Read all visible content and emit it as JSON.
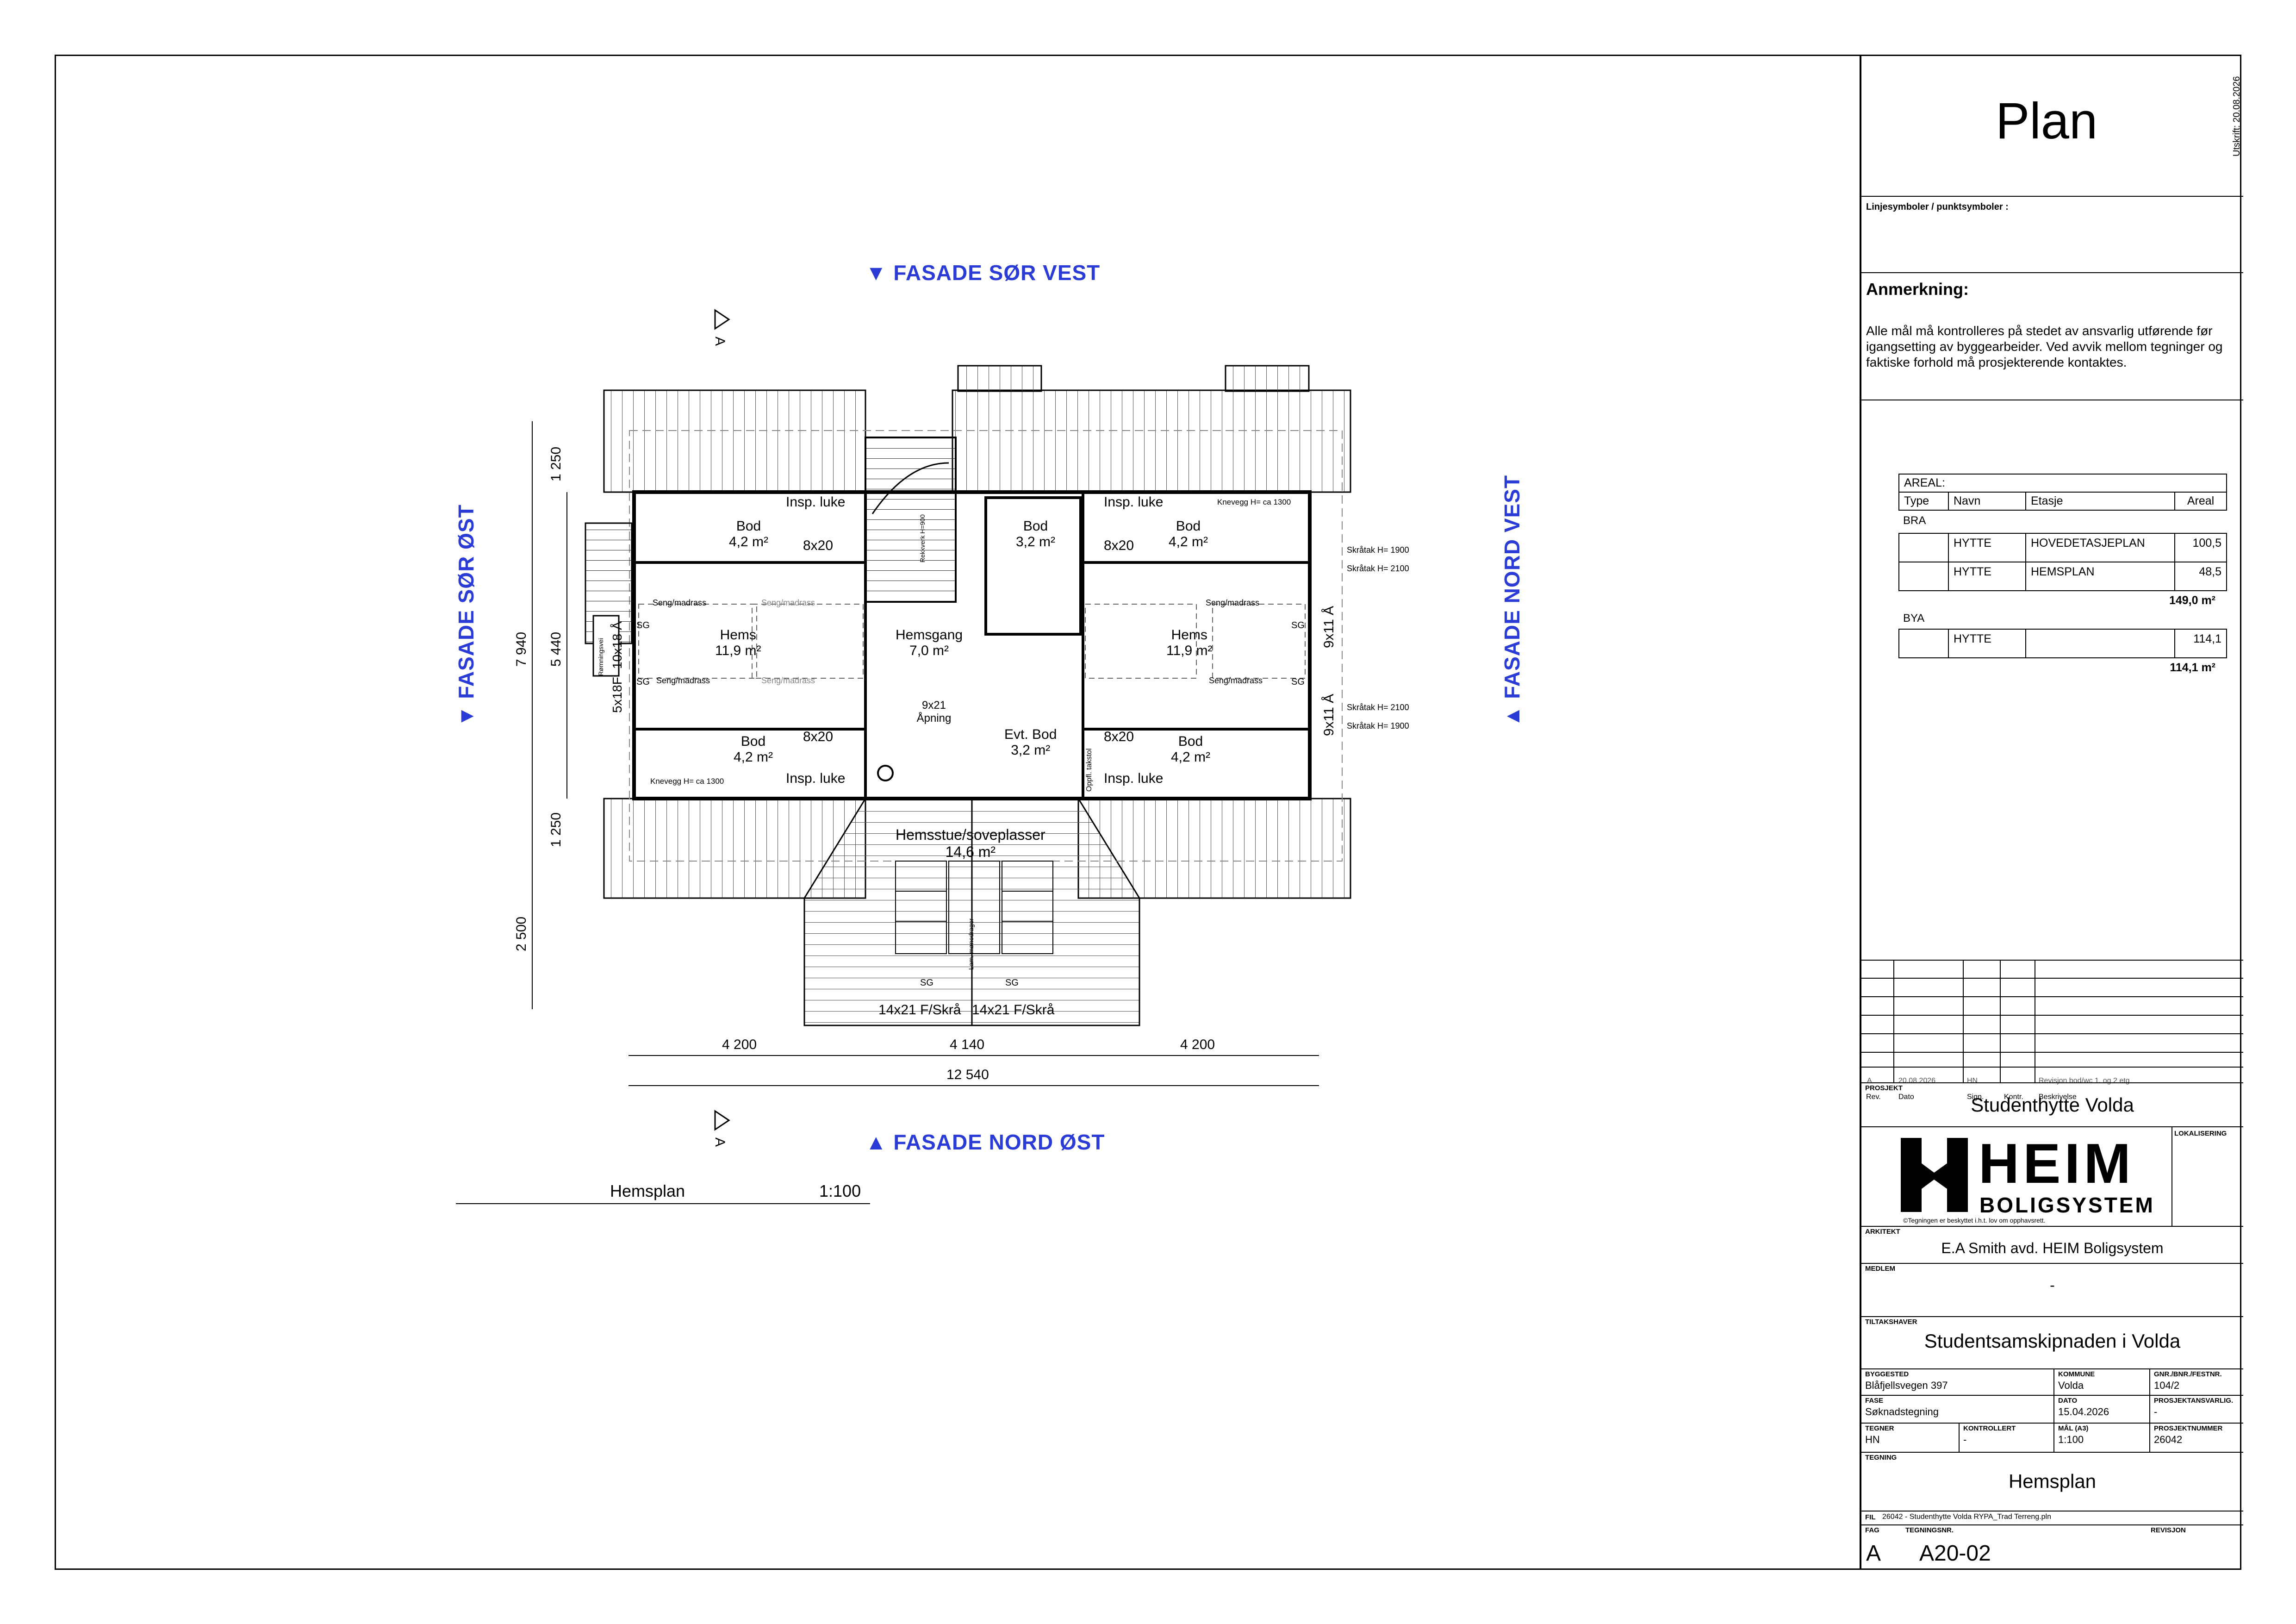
{
  "drawing": {
    "orientation_labels": {
      "top": "FASADE SØR VEST",
      "bottom": "FASADE NORD ØST",
      "left": "FASADE SØR ØST",
      "right": "FASADE NORD VEST"
    },
    "section_marks": [
      "A",
      "A"
    ],
    "rooms": [
      {
        "name": "Bod",
        "area": "4,2 m²"
      },
      {
        "name": "Bod",
        "area": "3,2 m²"
      },
      {
        "name": "Bod",
        "area": "4,2 m²"
      },
      {
        "name": "Hems",
        "area": "11,9 m²"
      },
      {
        "name": "Hemsgang",
        "area": "7,0 m²"
      },
      {
        "name": "Hems",
        "area": "11,9 m²"
      },
      {
        "name": "Bod",
        "area": "4,2 m²"
      },
      {
        "name": "Evt. Bod",
        "area": "3,2 m²"
      },
      {
        "name": "Bod",
        "area": "4,2 m²"
      },
      {
        "name": "Hemsstue/soveplasser",
        "area": "14,6 m²"
      }
    ],
    "notes": {
      "insp_luke": "Insp. luke",
      "knevegg_top": "Knevegg H= ca 1300",
      "knevegg_bottom": "Knevegg H= ca 1300",
      "seng": "Seng/madrass",
      "opening_9x21": "9x21\nÅpning",
      "opening_9x21_h": "9x21 Åpning",
      "hatch": "8x20",
      "win_9x11": "9x11 Å",
      "win_10x18": "10x18 Å",
      "win_5x18": "5x18F",
      "win_14x21": "14x21 F/Skrå",
      "sg": "SG",
      "skratak_1900": "Skråtak H= 1900",
      "skratak_2100": "Skråtak H= 2100",
      "rekkverk": "Rekkverk H=900",
      "oppfl": "Oppfl. takstol",
      "lam": "Lam. mønedrager",
      "rommingsvei": "Rømningsvei"
    },
    "dims_horizontal": [
      "4 200",
      "4 140",
      "4 200",
      "12 540"
    ],
    "dims_vertical": [
      "1 250",
      "7 940",
      "5 440",
      "1 250",
      "2 500"
    ],
    "caption": {
      "title": "Hemsplan",
      "scale": "1:100"
    }
  },
  "titleblock": {
    "title": "Plan",
    "print_date": "Utskrift: 20.08.2026",
    "linjesymboler": "Linjesymboler / punktsymboler :",
    "anmerkning_label": "Anmerkning:",
    "anmerkning_text": "Alle mål må kontrolleres på stedet av ansvarlig utførende før igangsetting av byggearbeider. Ved avvik mellom tegninger og faktiske forhold må prosjekterende kontaktes.",
    "areal": {
      "header": "AREAL:",
      "columns": [
        "Type",
        "Navn",
        "Etasje",
        "Areal"
      ],
      "bra_label": "BRA",
      "bra_rows": [
        [
          "",
          "HYTTE",
          "HOVEDETASJEPLAN",
          "100,5"
        ],
        [
          "",
          "HYTTE",
          "HEMSPLAN",
          "48,5"
        ]
      ],
      "bra_total": "149,0 m²",
      "bya_label": "BYA",
      "bya_rows": [
        [
          "",
          "HYTTE",
          "",
          "114,1"
        ]
      ],
      "bya_total": "114,1 m²"
    },
    "revision": {
      "row": [
        "A",
        "20.08.2026",
        "HN",
        "",
        "Revisjon bod/wc 1. og 2 etg"
      ],
      "headers": [
        "Rev.",
        "Dato",
        "Sign.",
        "Kontr.",
        "Beskrivelse"
      ]
    },
    "prosjekt_label": "PROSJEKT",
    "prosjekt": "Studenthytte Volda",
    "logo_main": "HEIM",
    "logo_sub": "BOLIGSYSTEM",
    "logo_note": "©Tegningen er beskyttet i.h.t. lov om opphavsrett.",
    "lokalisering_label": "LOKALISERING",
    "arkitekt_label": "ARKITEKT",
    "arkitekt": "E.A Smith avd. HEIM Boligsystem",
    "medlem_label": "MEDLEM",
    "medlem": "-",
    "tiltakshaver_label": "TILTAKSHAVER",
    "tiltakshaver": "Studentsamskipnaden i Volda",
    "byggested_label": "BYGGESTED",
    "byggested": "Blåfjellsvegen 397",
    "kommune_label": "KOMMUNE",
    "kommune": "Volda",
    "gnr_label": "GNR./BNR./FESTNR.",
    "gnr": "104/2",
    "fase_label": "FASE",
    "fase": "Søknadstegning",
    "dato_label": "DATO",
    "dato": "15.04.2026",
    "ansvarlig_label": "PROSJEKTANSVARLIG.",
    "ansvarlig": "-",
    "tegner_label": "TEGNER",
    "tegner": "HN",
    "kontrollert_label": "KONTROLLERT",
    "kontrollert": "-",
    "mal_label": "MÅL (A3)",
    "mal": "1:100",
    "prosjektnr_label": "PROSJEKTNUMMER",
    "prosjektnr": "26042",
    "tegning_label": "TEGNING",
    "tegning": "Hemsplan",
    "fil_label": "FIL",
    "fil": "26042 - Studenthytte Volda RYPA_Trad Terreng.pln",
    "fag_label": "FAG",
    "tegningsnr_label": "TEGNINGSNR.",
    "revisjon_label": "REVISJON",
    "fag": "A",
    "tegningsnr": "A20-02"
  }
}
